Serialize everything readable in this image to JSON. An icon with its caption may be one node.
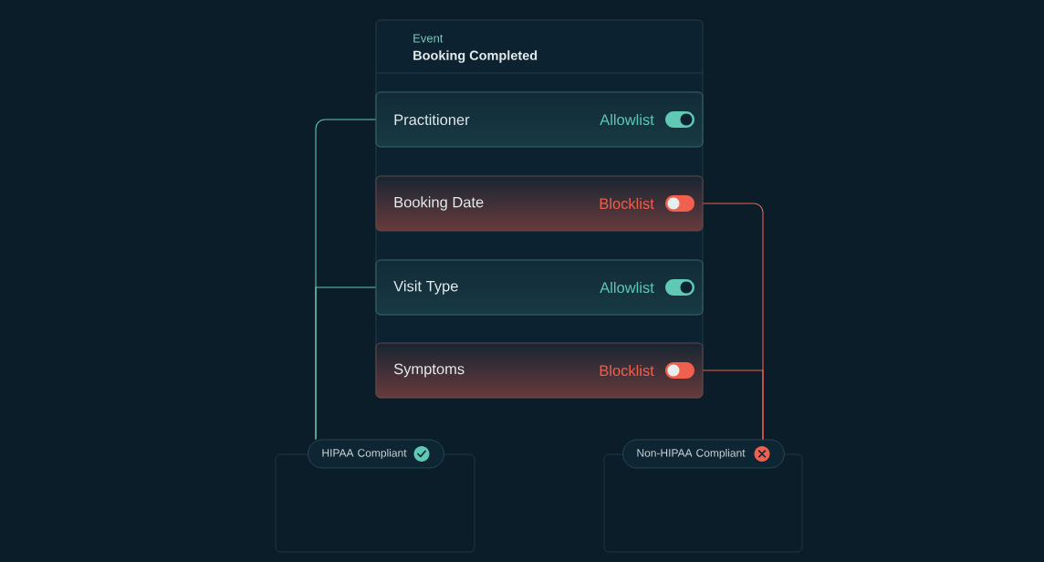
{
  "diagram": {
    "nodes": [
      {
        "text": [
          "Event",
          "Booking Completed"
        ]
      },
      {
        "text": [
          "Practitioner",
          "Allowlist"
        ],
        "in": 0
      },
      {
        "text": [
          "Booking Date",
          "Blocklist"
        ],
        "in": 0
      },
      {
        "text": [
          "Visit Type",
          "Allowlist"
        ],
        "in": 0
      },
      {
        "text": [
          "Symptoms",
          "Blocklist"
        ],
        "in": 0
      },
      {
        "text": [
          "HIPAA Compliant"
        ]
      },
      {
        "text": [
          "Non-HIPAA Compliant"
        ]
      }
    ],
    "edges": [
      {
        "from": 1,
        "to": 5,
        "arrow": "none",
        "color": "#5fc9b5"
      },
      {
        "from": 3,
        "to": 5,
        "arrow": "none",
        "color": "#5fc9b5"
      },
      {
        "from": 2,
        "to": 6,
        "arrow": "none",
        "color": "#f0604f"
      },
      {
        "from": 4,
        "to": 6,
        "arrow": "none",
        "color": "#f0604f"
      }
    ]
  }
}
